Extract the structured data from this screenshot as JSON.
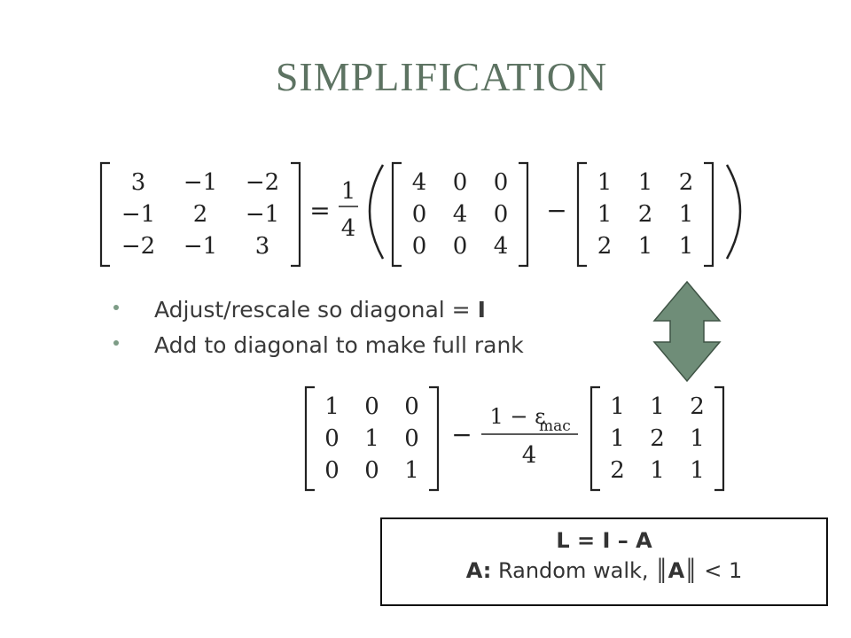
{
  "title": "SIMPLIFICATION",
  "equation1": {
    "lhs": [
      [
        "3",
        "−1",
        "−2"
      ],
      [
        "−1",
        "2",
        "−1"
      ],
      [
        "−2",
        "−1",
        "3"
      ]
    ],
    "equals": "=",
    "frac_num": "1",
    "frac_den": "4",
    "m1": [
      [
        "4",
        "0",
        "0"
      ],
      [
        "0",
        "4",
        "0"
      ],
      [
        "0",
        "0",
        "4"
      ]
    ],
    "minus": "−",
    "m2": [
      [
        "1",
        "1",
        "2"
      ],
      [
        "1",
        "2",
        "1"
      ],
      [
        "2",
        "1",
        "1"
      ]
    ]
  },
  "bullets": [
    {
      "text": "Adjust/rescale so diagonal = ",
      "bold": "I"
    },
    {
      "text": "Add to diagonal to make full rank",
      "bold": ""
    }
  ],
  "equation2": {
    "identity": [
      [
        "1",
        "0",
        "0"
      ],
      [
        "0",
        "1",
        "0"
      ],
      [
        "0",
        "0",
        "1"
      ]
    ],
    "minus": "−",
    "frac_num": "1 − ε",
    "frac_num_sub": "mac",
    "frac_den": "4",
    "matrix": [
      [
        "1",
        "1",
        "2"
      ],
      [
        "1",
        "2",
        "1"
      ],
      [
        "2",
        "1",
        "1"
      ]
    ]
  },
  "callout": {
    "line1": "L = I – A",
    "line2_bold_a": "A:",
    "line2_text": " Random walk, ",
    "norm_left": "║",
    "norm_a": "A",
    "norm_right": "║",
    "line2_end": " < 1"
  },
  "colors": {
    "title": "#5d7362",
    "arrow_fill": "#6f8d78",
    "arrow_stroke": "#3f5445",
    "bullet": "#7d9c86"
  },
  "icons": {
    "double_arrow": "up-down-arrow-icon"
  }
}
